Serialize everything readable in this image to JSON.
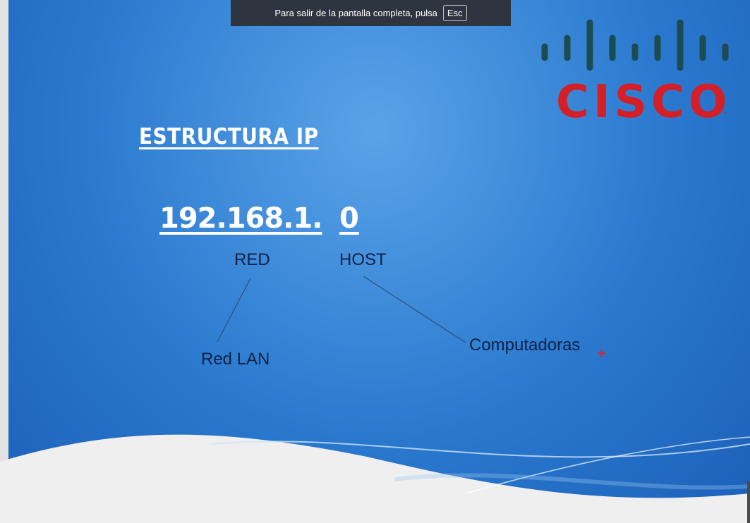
{
  "banner": {
    "message": "Para salir de la pantalla completa, pulsa",
    "key": "Esc"
  },
  "slide": {
    "title": "ESTRUCTURA IP",
    "ip_network_part": "192.168.1.",
    "ip_host_part": "0",
    "label_network": "RED",
    "label_host": "HOST",
    "network_meaning": "Red LAN",
    "host_meaning": "Computadoras",
    "cursor_marker": "+"
  },
  "logo": {
    "brand": "CISCO",
    "tm": "™",
    "brand_color": "#d41f26",
    "bars_color": "#1d4b52"
  },
  "colors": {
    "slide_blue": "#2a79cf",
    "label_text": "#0f2244",
    "title_text": "#ffffff"
  }
}
